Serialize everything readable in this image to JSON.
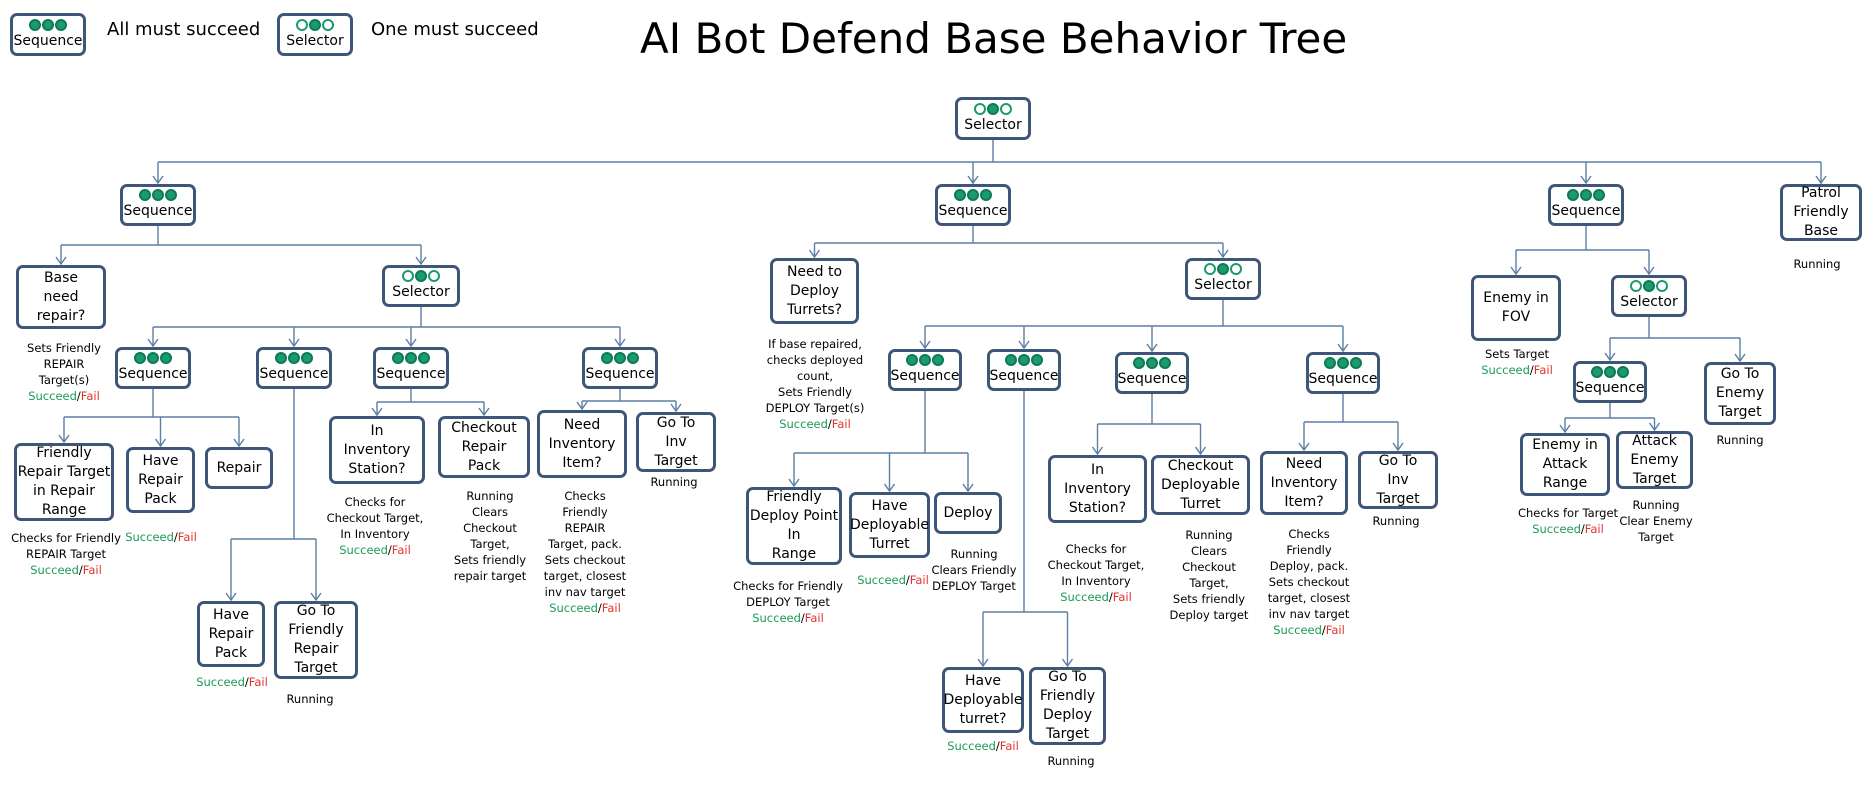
{
  "title": "AI Bot Defend Base Behavior Tree",
  "legend": {
    "sequence_label": "Sequence",
    "sequence_desc": "All must succeed",
    "selector_label": "Selector",
    "selector_desc": "One must succeed"
  },
  "colors": {
    "box_border": "#3e5677",
    "line": "#5b7ea6",
    "dot_fill": "#1a9b6e",
    "succeed": "#1c9a54",
    "fail": "#e0342a"
  },
  "result": {
    "succeed": "Succeed",
    "sep": "/",
    "fail": "Fail"
  },
  "nodes": [
    {
      "id": "root",
      "label": "Selector",
      "glyph": "selector"
    },
    {
      "id": "seq1",
      "label": "Sequence",
      "glyph": "sequence"
    },
    {
      "id": "seq2",
      "label": "Sequence",
      "glyph": "sequence"
    },
    {
      "id": "seq3",
      "label": "Sequence",
      "glyph": "sequence"
    },
    {
      "id": "patrol",
      "label": "Patrol\nFriendly\nBase",
      "note": "Running"
    },
    {
      "id": "base_need_repair",
      "label": "Base\nneed\nrepair?",
      "note": "Sets Friendly\nREPAIR\nTarget(s)",
      "sf": true
    },
    {
      "id": "sel1",
      "label": "Selector",
      "glyph": "selector"
    },
    {
      "id": "seq1a",
      "label": "Sequence",
      "glyph": "sequence"
    },
    {
      "id": "seq1b",
      "label": "Sequence",
      "glyph": "sequence"
    },
    {
      "id": "seq1c",
      "label": "Sequence",
      "glyph": "sequence"
    },
    {
      "id": "seq1d",
      "label": "Sequence",
      "glyph": "sequence"
    },
    {
      "id": "friendly_repair_target",
      "label": "Friendly\nRepair Target\nin Repair\nRange",
      "note": "Checks for Friendly\nREPAIR Target",
      "sf": true
    },
    {
      "id": "have_repair_pack_a",
      "label": "Have\nRepair\nPack",
      "sf": true
    },
    {
      "id": "repair",
      "label": "Repair"
    },
    {
      "id": "have_repair_pack_b",
      "label": "Have\nRepair\nPack",
      "sf": true
    },
    {
      "id": "goto_friendly_repair",
      "label": "Go To\nFriendly\nRepair\nTarget",
      "note": "Running"
    },
    {
      "id": "in_inv_station_1",
      "label": "In\nInventory\nStation?",
      "note": "Checks for\nCheckout Target,\nIn Inventory",
      "sf": true
    },
    {
      "id": "checkout_repair_pack",
      "label": "Checkout\nRepair\nPack",
      "note": "Running\nClears\nCheckout\nTarget,\nSets friendly\nrepair target"
    },
    {
      "id": "need_inv_item_1",
      "label": "Need\nInventory\nItem?",
      "note": "Checks\nFriendly\nREPAIR\nTarget, pack.\nSets checkout\ntarget, closest\ninv nav target",
      "sf": true
    },
    {
      "id": "goto_inv_1",
      "label": "Go To\nInv\nTarget",
      "note": "Running"
    },
    {
      "id": "need_deploy_turrets",
      "label": "Need to\nDeploy\nTurrets?",
      "note": "If base repaired,\nchecks deployed\ncount,\nSets Friendly\nDEPLOY Target(s)",
      "sf": true
    },
    {
      "id": "sel2",
      "label": "Selector",
      "glyph": "selector"
    },
    {
      "id": "seq2a",
      "label": "Sequence",
      "glyph": "sequence"
    },
    {
      "id": "seq2b",
      "label": "Sequence",
      "glyph": "sequence"
    },
    {
      "id": "seq2c",
      "label": "Sequence",
      "glyph": "sequence"
    },
    {
      "id": "seq2d",
      "label": "Sequence",
      "glyph": "sequence"
    },
    {
      "id": "friendly_deploy_point",
      "label": "Friendly\nDeploy Point\nIn\nRange",
      "note": "Checks for Friendly\nDEPLOY Target",
      "sf": true
    },
    {
      "id": "have_deployable_turret",
      "label": "Have\nDeployable\nTurret",
      "sf": true
    },
    {
      "id": "deploy",
      "label": "Deploy",
      "note": "Running\nClears Friendly\nDEPLOY Target"
    },
    {
      "id": "have_deployable_turret_q",
      "label": "Have\nDeployable\nturret?",
      "sf": true
    },
    {
      "id": "goto_friendly_deploy",
      "label": "Go To\nFriendly\nDeploy\nTarget",
      "note": "Running"
    },
    {
      "id": "in_inv_station_2",
      "label": "In\nInventory\nStation?",
      "note": "Checks for\nCheckout Target,\nIn Inventory",
      "sf": true
    },
    {
      "id": "checkout_deployable_turret",
      "label": "Checkout\nDeployable\nTurret",
      "note": "Running\nClears\nCheckout\nTarget,\nSets friendly\nDeploy target"
    },
    {
      "id": "need_inv_item_2",
      "label": "Need\nInventory\nItem?",
      "note": "Checks\nFriendly\nDeploy, pack.\nSets checkout\ntarget, closest\ninv nav target",
      "sf": true
    },
    {
      "id": "goto_inv_2",
      "label": "Go To\nInv\nTarget",
      "note": "Running"
    },
    {
      "id": "enemy_in_fov",
      "label": "Enemy in\nFOV",
      "note": "Sets Target",
      "sf": true
    },
    {
      "id": "sel3",
      "label": "Selector",
      "glyph": "selector"
    },
    {
      "id": "seq3a",
      "label": "Sequence",
      "glyph": "sequence"
    },
    {
      "id": "goto_enemy",
      "label": "Go To\nEnemy\nTarget",
      "note": "Running"
    },
    {
      "id": "enemy_attack_range",
      "label": "Enemy in\nAttack\nRange",
      "note": "Checks for Target",
      "sf": true
    },
    {
      "id": "attack_enemy",
      "label": "Attack\nEnemy\nTarget",
      "note": "Running\nClear Enemy\nTarget"
    }
  ]
}
